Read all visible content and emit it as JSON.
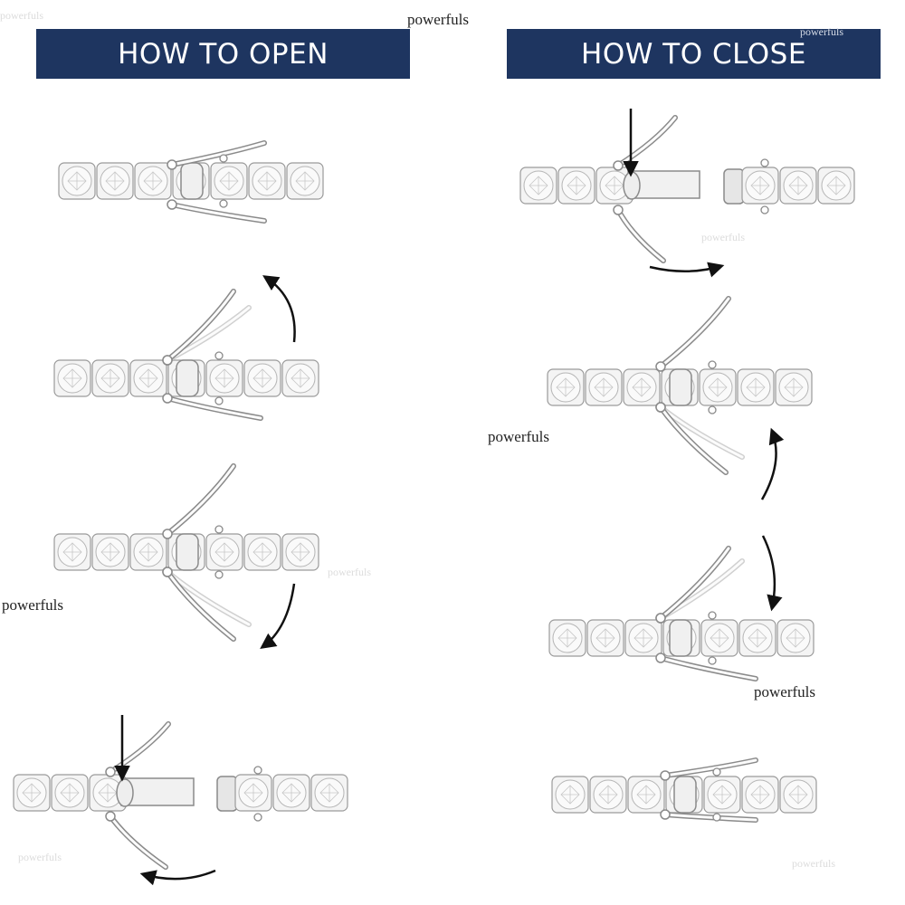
{
  "sections": {
    "open": {
      "title": "HOW TO OPEN",
      "steps": 4
    },
    "close": {
      "title": "HOW TO CLOSE",
      "steps": 4
    }
  },
  "watermarks": {
    "primary": "powerfuls"
  },
  "colors": {
    "banner": "#1e3560",
    "banner_text": "#ffffff",
    "arrow": "#111111",
    "metal": "#8a8a8a"
  }
}
